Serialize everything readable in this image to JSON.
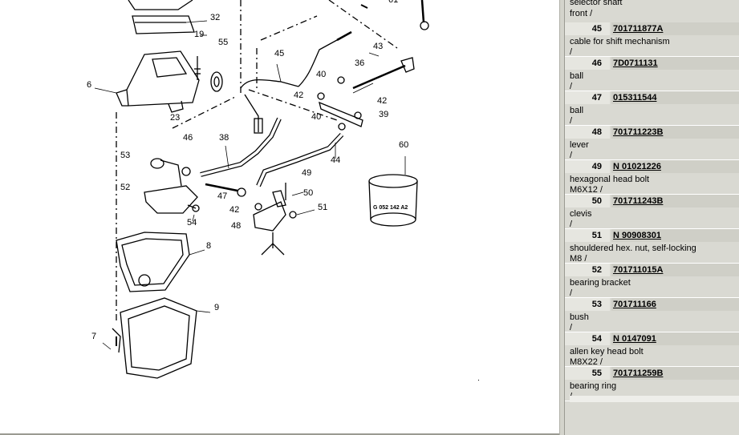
{
  "diagram": {
    "callouts": [
      "32",
      "19",
      "55",
      "6",
      "45",
      "36",
      "43",
      "40",
      "42",
      "42",
      "40",
      "39",
      "23",
      "46",
      "38",
      "53",
      "52",
      "47",
      "49",
      "50",
      "42",
      "51",
      "48",
      "44",
      "60",
      "54",
      "8",
      "9",
      "7",
      "61"
    ],
    "stamp_text": "G 052 142 A2"
  },
  "parts_panel": {
    "prev_desc": "selector shaft",
    "prev_extra": "front /",
    "rows": [
      {
        "num": "45",
        "part_no": "701711877A",
        "desc": "cable for shift mechanism",
        "extra": "/"
      },
      {
        "num": "46",
        "part_no": "7D0711131",
        "desc": "ball",
        "extra": "/"
      },
      {
        "num": "47",
        "part_no": "015311544",
        "desc": "ball",
        "extra": "/"
      },
      {
        "num": "48",
        "part_no": "701711223B",
        "desc": "lever",
        "extra": "/"
      },
      {
        "num": "49",
        "part_no": "N 01021226",
        "desc": "hexagonal head bolt",
        "extra": "M6X12 /"
      },
      {
        "num": "50",
        "part_no": "701711243B",
        "desc": "clevis",
        "extra": "/"
      },
      {
        "num": "51",
        "part_no": "N 90908301",
        "desc": "shouldered hex. nut, self-locking",
        "extra": "M8 /"
      },
      {
        "num": "52",
        "part_no": "701711015A",
        "desc": "bearing bracket",
        "extra": "/"
      },
      {
        "num": "53",
        "part_no": "701711166",
        "desc": "bush",
        "extra": "/"
      },
      {
        "num": "54",
        "part_no": "N 0147091",
        "desc": "allen key head bolt",
        "extra": "M8X22 /"
      },
      {
        "num": "55",
        "part_no": "701711259B",
        "desc": "bearing ring",
        "extra": "/"
      }
    ]
  }
}
